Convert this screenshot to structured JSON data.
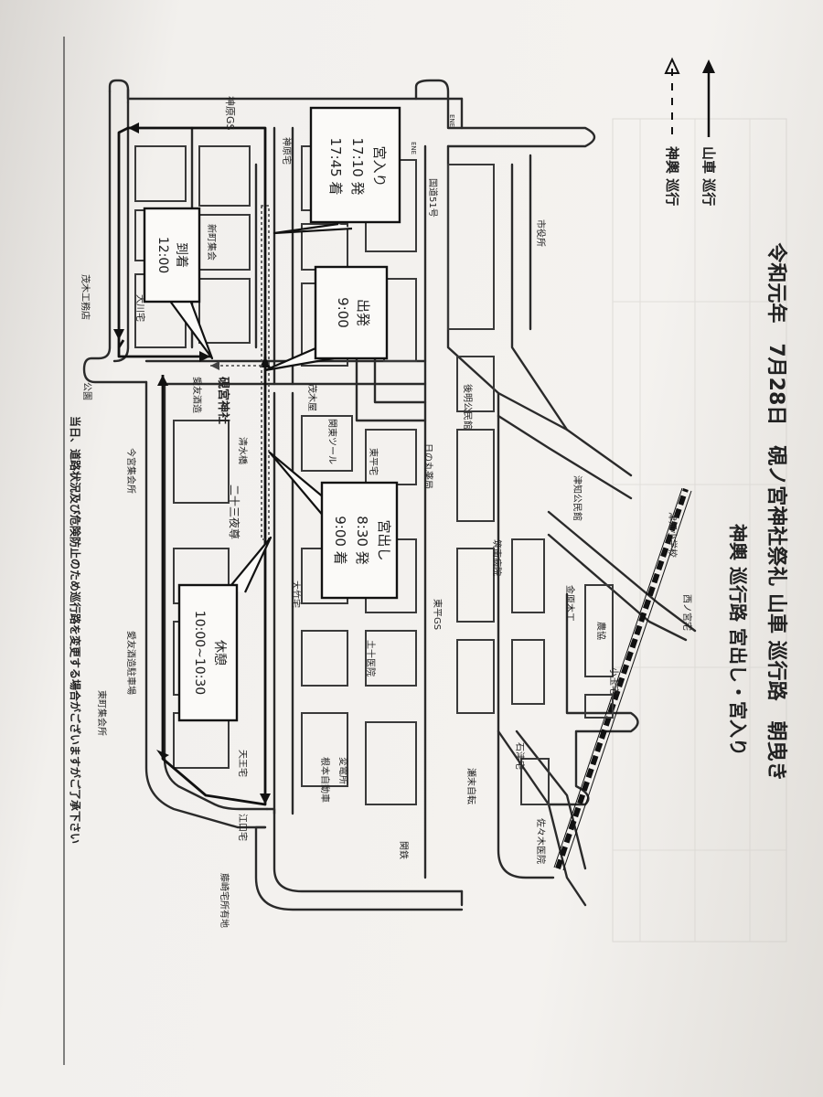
{
  "header": {
    "title": "令和元年　7月28日　硯ノ宮神社祭礼 山車 巡行路　朝曳き",
    "subtitle": "神輿 巡行路 宮出し・宮入り"
  },
  "legend": [
    {
      "label": "山車 巡行",
      "style": "solid-arrow"
    },
    {
      "label": "神輿 巡行",
      "style": "dashed-arrow"
    }
  ],
  "callouts": {
    "miyairi": {
      "title": "宮入り",
      "line1": "17:10 発",
      "line2": "17:45 着"
    },
    "tochaku": {
      "title": "到着",
      "line1": "12:00"
    },
    "shuppatsu": {
      "title": "出発",
      "line1": "9:00"
    },
    "miyadashi": {
      "title": "宮出し",
      "line1": "8:30 発",
      "line2": "9:00 着"
    },
    "kyukei": {
      "title": "休憩",
      "line1": "10:00~10:30"
    }
  },
  "places": {
    "kanbara_gs": "神原GS",
    "kanbara_taku": "神原宅",
    "kokudo51": "国道51号",
    "shiyakusho": "市役所",
    "shinmachi": "新町集会",
    "okawa": "大川宅",
    "shigeki": "茂木工務店",
    "koen": "公園",
    "imamiya": "今宮集会所",
    "atago_chushajo": "愛友酒造駐車場",
    "higashimachi": "東町集会所",
    "shrine": "硯宮神社",
    "atago_sake": "愛友酒造",
    "misegawa_ibashi": "清水橋",
    "nijusan_yagura": "二十三夜尊",
    "mogi_hon": "茂木屋",
    "kanto_tool": "関東ツール",
    "tohei": "東平宅",
    "hinomaru": "日の丸薬局",
    "otake": "大竹宅",
    "doju": "土十医院",
    "tenno": "天王宅",
    "henden": "変電所",
    "nemoto": "根本自動車",
    "eguchi": "江口宅",
    "fujisaki": "藤崎宅所有地",
    "kanto_rail": "関鉄",
    "gomei_koen": "後明公民館",
    "tsuchi_koen": "津知公民館",
    "tsuchi_shogakko": "津知小学校",
    "tsuchi_byoin": "筑南病院",
    "tohei_gs": "東平GS",
    "nishinomiya": "西ノ宮宅",
    "nokyo": "農協",
    "kanbara_ki": "金原木工",
    "kodama": "小玉宅",
    "ishizu": "石津宅",
    "sesaki_ji": "瀬末自転",
    "sasaki": "佐々木医院",
    "eneos": "ENE"
  },
  "notice": "当日、道路状況及び危険防止のため巡行路を変更する場合がございますがご了承下さい",
  "colors": {
    "ink": "#1a1a1a",
    "paper": "#f3f1ee"
  }
}
